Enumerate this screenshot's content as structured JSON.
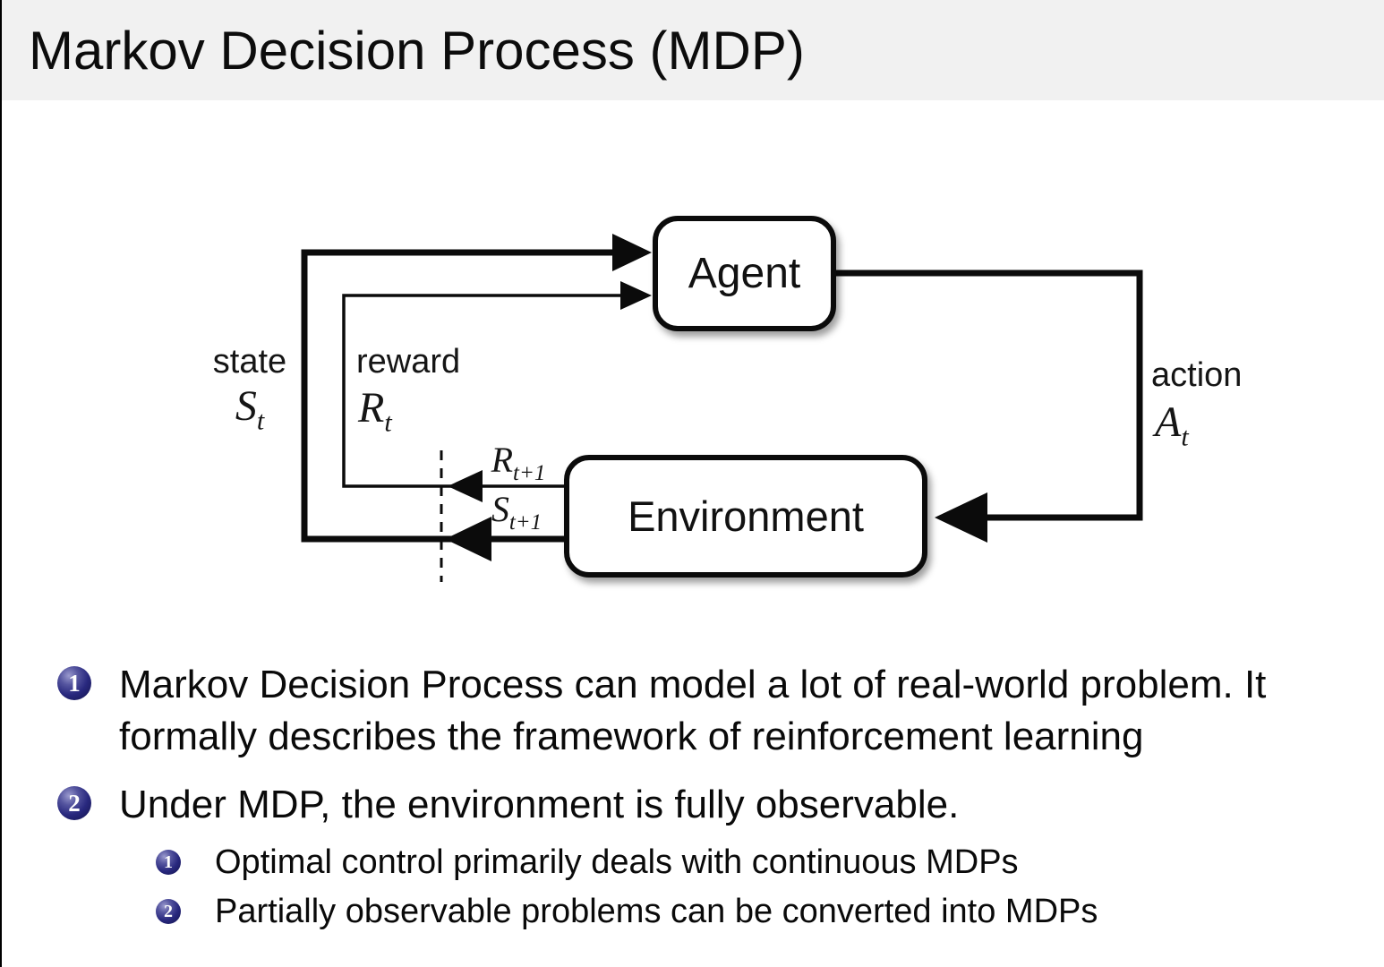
{
  "header": {
    "title": "Markov Decision Process (MDP)"
  },
  "diagram": {
    "agent_label": "Agent",
    "environment_label": "Environment",
    "state": {
      "label": "state",
      "symbol": "S",
      "sub": "t"
    },
    "reward": {
      "label": "reward",
      "symbol": "R",
      "sub": "t"
    },
    "action": {
      "label": "action",
      "symbol": "A",
      "sub": "t"
    },
    "next_reward": {
      "symbol": "R",
      "sub": "t+1"
    },
    "next_state": {
      "symbol": "S",
      "sub": "t+1"
    }
  },
  "bullets": [
    {
      "marker": "1",
      "text": "Markov Decision Process can model a lot of real-world problem. It formally describes the framework of reinforcement learning"
    },
    {
      "marker": "2",
      "text": "Under MDP, the environment is fully observable.",
      "sub": [
        {
          "marker": "1",
          "text": "Optimal control primarily deals with continuous MDPs"
        },
        {
          "marker": "2",
          "text": "Partially observable problems can be converted into MDPs"
        }
      ]
    }
  ],
  "colors": {
    "header_bg": "#f1f1f1",
    "ball_navy": "#28287e",
    "line_black": "#0b0b0b"
  }
}
